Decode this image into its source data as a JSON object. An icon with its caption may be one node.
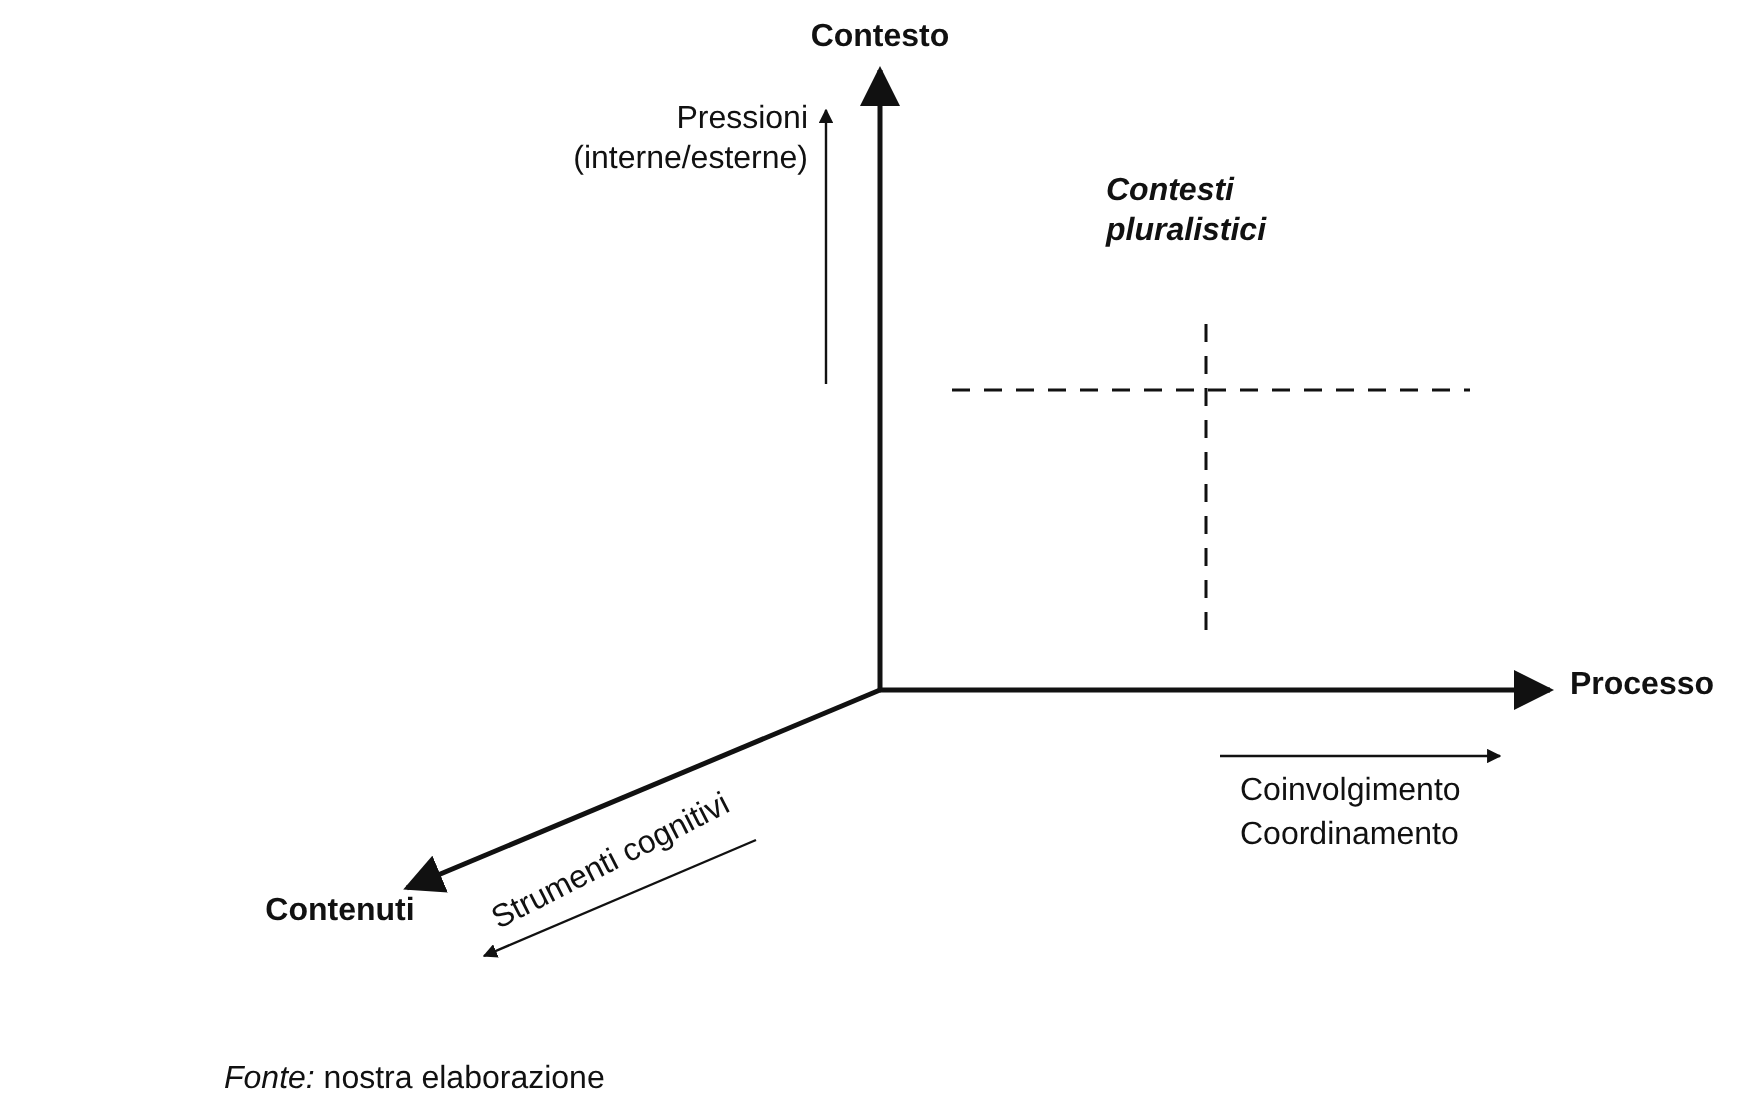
{
  "diagram": {
    "caption": "*Fonte:* nostra elaborazione",
    "nodes": [
      {
        "text": [
          "Contesto"
        ]
      },
      {
        "text": [
          "Processo"
        ]
      },
      {
        "text": [
          "Contenuti"
        ]
      }
    ],
    "edges": [
      {
        "from": null,
        "to": 0,
        "arrow": "to"
      },
      {
        "from": null,
        "to": 1,
        "arrow": "to"
      },
      {
        "from": null,
        "to": 2,
        "arrow": "to"
      }
    ],
    "labels": [
      "Pressioni (interne/esterne)",
      "Contesti pluralistici",
      "Coinvolgimento",
      "Coordinamento",
      "Strumenti cognitivi"
    ]
  }
}
